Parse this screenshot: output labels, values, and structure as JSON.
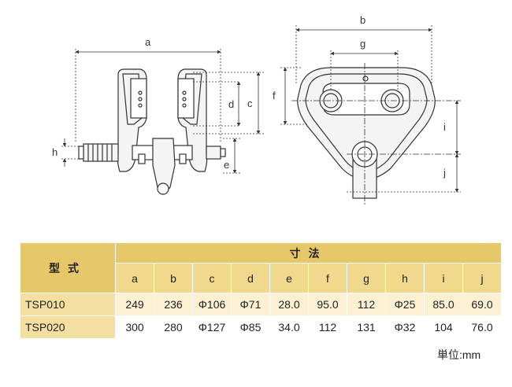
{
  "dimension_labels": {
    "a": "a",
    "b": "b",
    "c": "c",
    "d": "d",
    "e": "e",
    "f": "f",
    "g": "g",
    "h": "h",
    "i": "i",
    "j": "j"
  },
  "table": {
    "model_header": "型式",
    "dimensions_header": "寸法",
    "columns": [
      "a",
      "b",
      "c",
      "d",
      "e",
      "f",
      "g",
      "h",
      "i",
      "j"
    ],
    "rows": [
      {
        "model": "TSP010",
        "values": [
          "249",
          "236",
          "Φ106",
          "Φ71",
          "28.0",
          "95.0",
          "112",
          "Φ25",
          "85.0",
          "69.0"
        ]
      },
      {
        "model": "TSP020",
        "values": [
          "300",
          "280",
          "Φ127",
          "Φ85",
          "34.0",
          "112",
          "131",
          "Φ32",
          "104",
          "76.0"
        ]
      }
    ]
  },
  "unit_note": "単位:mm",
  "colors": {
    "header": "#e6c86a",
    "subheader": "#f0d98c",
    "row_label": "#f3e0a0",
    "row_highlight": "#fbf1d2",
    "line": "#333333"
  }
}
